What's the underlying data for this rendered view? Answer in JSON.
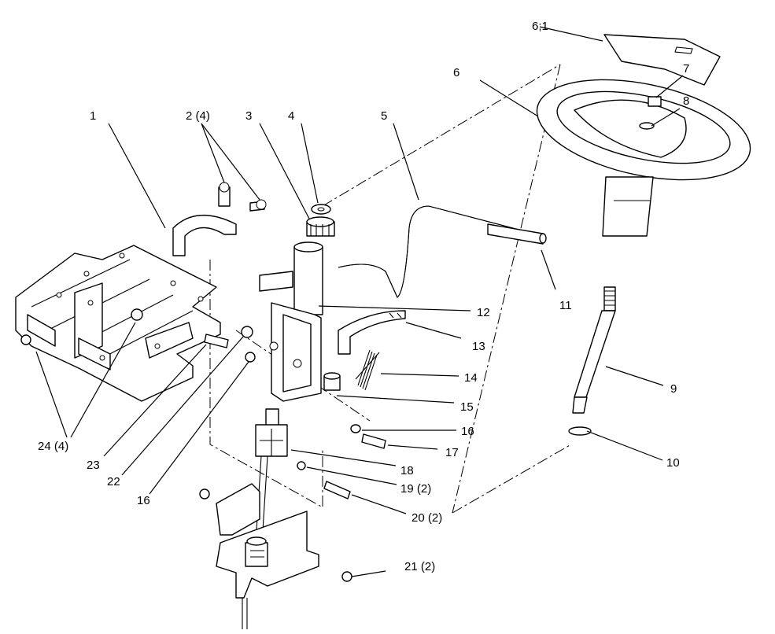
{
  "callouts": [
    {
      "id": "c6_1",
      "text": "6;1"
    },
    {
      "id": "c7",
      "text": "7"
    },
    {
      "id": "c6",
      "text": "6"
    },
    {
      "id": "c8",
      "text": "8"
    },
    {
      "id": "c1",
      "text": "1"
    },
    {
      "id": "c2",
      "text": "2 (4)"
    },
    {
      "id": "c3",
      "text": "3"
    },
    {
      "id": "c4",
      "text": "4"
    },
    {
      "id": "c5",
      "text": "5"
    },
    {
      "id": "c11",
      "text": "11"
    },
    {
      "id": "c12",
      "text": "12"
    },
    {
      "id": "c13",
      "text": "13"
    },
    {
      "id": "c14",
      "text": "14"
    },
    {
      "id": "c9",
      "text": "9"
    },
    {
      "id": "c15",
      "text": "15"
    },
    {
      "id": "c16a",
      "text": "16"
    },
    {
      "id": "c17",
      "text": "17"
    },
    {
      "id": "c10",
      "text": "10"
    },
    {
      "id": "c18",
      "text": "18"
    },
    {
      "id": "c19",
      "text": "19 (2)"
    },
    {
      "id": "c20",
      "text": "20 (2)"
    },
    {
      "id": "c21",
      "text": "21 (2)"
    },
    {
      "id": "c24",
      "text": "24 (4)"
    },
    {
      "id": "c23",
      "text": "23"
    },
    {
      "id": "c22",
      "text": "22"
    },
    {
      "id": "c16b",
      "text": "16"
    }
  ]
}
